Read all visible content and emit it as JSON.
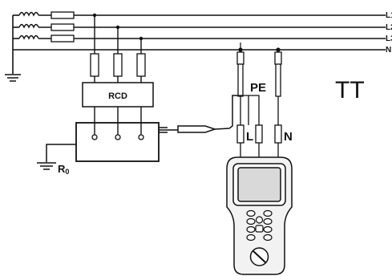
{
  "labels": {
    "line1": "L1",
    "line2": "L2",
    "line3": "L3",
    "neutral": "N",
    "rcd": "RCD",
    "pe": "PE",
    "probe_l": "L",
    "probe_n": "N",
    "system_type": "TT",
    "earth_resistance": "R",
    "earth_resistance_sub": "0"
  },
  "colors": {
    "ink": "#111111",
    "background": "#ffffff",
    "device_body": "#f2f2f2"
  }
}
